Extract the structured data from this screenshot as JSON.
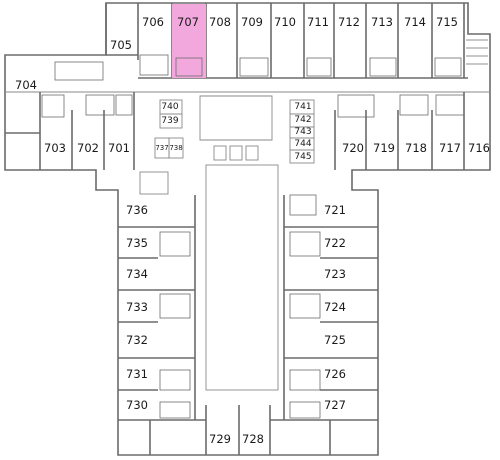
{
  "highlight_color": "#f3a8dd",
  "highlighted_room": "707",
  "rooms": {
    "r701": "701",
    "r702": "702",
    "r703": "703",
    "r704": "704",
    "r705": "705",
    "r706": "706",
    "r707": "707",
    "r708": "708",
    "r709": "709",
    "r710": "710",
    "r711": "711",
    "r712": "712",
    "r713": "713",
    "r714": "714",
    "r715": "715",
    "r716": "716",
    "r717": "717",
    "r718": "718",
    "r719": "719",
    "r720": "720",
    "r721": "721",
    "r722": "722",
    "r723": "723",
    "r724": "724",
    "r725": "725",
    "r726": "726",
    "r727": "727",
    "r728": "728",
    "r729": "729",
    "r730": "730",
    "r731": "731",
    "r732": "732",
    "r733": "733",
    "r734": "734",
    "r735": "735",
    "r736": "736",
    "r737": "737",
    "r738": "738",
    "r739": "739",
    "r740": "740",
    "r741": "741",
    "r742": "742",
    "r743": "743",
    "r744": "744",
    "r745": "745"
  }
}
